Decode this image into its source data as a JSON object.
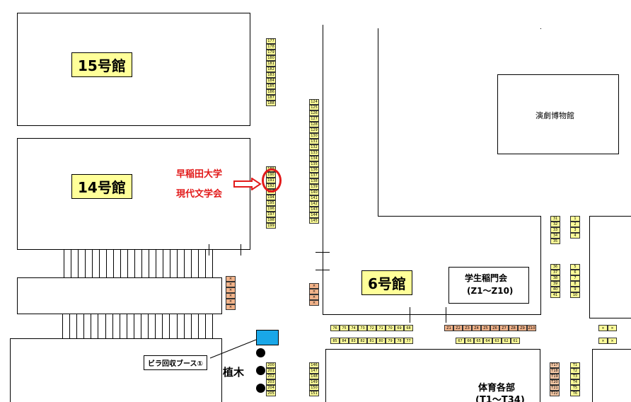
{
  "buildings": {
    "b15": "15号館",
    "b14": "14号館",
    "b6": "6号館",
    "theatre": "演劇博物館",
    "student": {
      "line1": "学生稲門会",
      "line2": "(Z1～Z10)"
    },
    "sports": {
      "line1": "体育各部",
      "line2": "(T1～T34)"
    }
  },
  "annotations": {
    "club_line1": "早稲田大学",
    "club_line2": "現代文学会",
    "flyer_booth": "ビラ回収ブース①",
    "trees": "植木"
  },
  "booths": {
    "col_177": [
      "177",
      "178",
      "179",
      "180",
      "181",
      "182",
      "183",
      "184",
      "185",
      "186",
      "187",
      "188"
    ],
    "col_189": [
      "189",
      "190",
      "191",
      "192",
      "193",
      "194",
      "195",
      "196",
      "197",
      "198",
      "199"
    ],
    "col_124": [
      "124",
      "125",
      "126",
      "127",
      "128",
      "129",
      "130",
      "131",
      "132",
      "133",
      "134",
      "135",
      "136",
      "137",
      "138",
      "139",
      "140",
      "141",
      "142",
      "143",
      "144",
      "145"
    ],
    "col_200": [
      "200",
      "201",
      "202",
      "203",
      "204",
      "205"
    ],
    "col_146": [
      "146",
      "147",
      "148",
      "149",
      "150",
      "151"
    ],
    "row_76": [
      "76",
      "75",
      "74",
      "73",
      "72",
      "71",
      "70",
      "69",
      "68"
    ],
    "row_85": [
      "85",
      "84",
      "83",
      "82",
      "81",
      "80",
      "79",
      "78",
      "77"
    ],
    "row_z": [
      "Z1",
      "Z2",
      "Z3",
      "Z4",
      "Z5",
      "Z6",
      "Z7",
      "Z8",
      "Z9",
      "Z10"
    ],
    "row_67": [
      "67",
      "66",
      "65",
      "64",
      "63",
      "62",
      "61"
    ],
    "col_31": [
      "31",
      "32",
      "33",
      "34",
      "35"
    ],
    "col_1": [
      "1",
      "2",
      "3",
      "4"
    ],
    "col_36": [
      "36",
      "37",
      "38",
      "39",
      "40",
      "41"
    ],
    "col_5": [
      "5",
      "6",
      "7",
      "8",
      "9",
      "10"
    ],
    "col_t17": [
      "T17",
      "T18",
      "T19",
      "T20",
      "T21",
      "T22"
    ],
    "col_t1": [
      "T1",
      "T2",
      "T3",
      "T4",
      "T5",
      "T6"
    ],
    "x_col1": [
      "×",
      "×",
      "×",
      "×",
      "×",
      "×"
    ],
    "x_col2": [
      "×",
      "×",
      "×",
      "×"
    ],
    "x_row1": [
      "×",
      "×"
    ],
    "x_row2": [
      "×",
      "×"
    ]
  }
}
